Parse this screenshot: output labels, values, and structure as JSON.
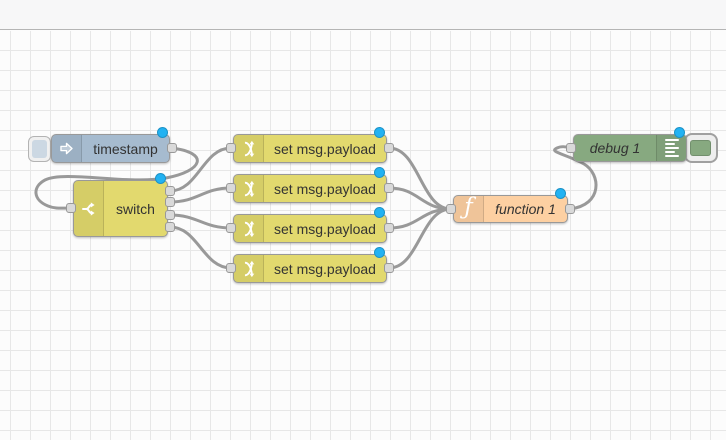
{
  "colors": {
    "inject": "#a6bbcf",
    "switch_change": "#e2d96e",
    "function": "#fdd0a2",
    "debug": "#87a980",
    "wire": "#999999",
    "port_fill": "#d9d9d9",
    "port_border": "#999999",
    "changed_dot": "#22b2f2",
    "grid_line": "#e7e7e7",
    "canvas_bg": "#fcfcfc",
    "node_border": "#999999",
    "label_text": "#333333"
  },
  "nodes": {
    "timestamp": {
      "label": "timestamp"
    },
    "switch": {
      "label": "switch"
    },
    "change1": {
      "label": "set msg.payload"
    },
    "change2": {
      "label": "set msg.payload"
    },
    "change3": {
      "label": "set msg.payload"
    },
    "change4": {
      "label": "set msg.payload"
    },
    "function1": {
      "label": "function 1"
    },
    "debug1": {
      "label": "debug 1"
    }
  }
}
